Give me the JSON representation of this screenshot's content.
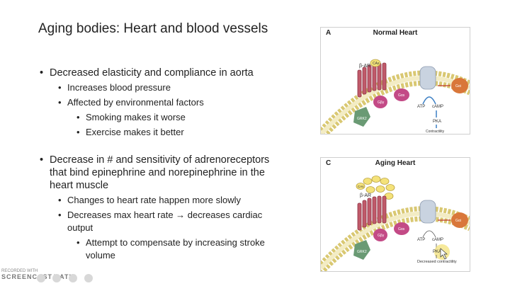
{
  "slide": {
    "title": "Aging bodies: Heart and blood vessels",
    "bullets": [
      {
        "text": "Decreased elasticity and compliance in aorta"
      },
      {
        "text": "Increases blood pressure"
      },
      {
        "text": "Affected by environmental factors"
      },
      {
        "text": "Smoking makes it worse"
      },
      {
        "text": "Exercise makes it better"
      },
      {
        "text": "Decrease in # and sensitivity of adrenoreceptors that bind epinephrine and norepinephrine in the heart muscle"
      },
      {
        "text": "Changes to heart rate happen more slowly"
      },
      {
        "text": "Decreases max heart rate → decreases cardiac output"
      },
      {
        "text": "Attempt to compensate by increasing stroke volume"
      }
    ]
  },
  "figure_a": {
    "panel_label": "A",
    "title": "Normal Heart",
    "labels": {
      "ca": "CAs",
      "receptor": "β-AR",
      "gas": "Gαs",
      "gbg": "Gβγ",
      "gai": "Gαi",
      "grk": "GRK2",
      "atp": "ATP",
      "camp": "cAMP",
      "pka": "PKA",
      "outcome": "Contractility"
    }
  },
  "figure_c": {
    "panel_label": "C",
    "title": "Aging Heart",
    "labels": {
      "ca": "CAs",
      "receptor": "β-AR",
      "gas": "Gαs",
      "gbg": "Gβγ",
      "gai": "Gαi",
      "grk": "GRK2",
      "atp": "ATP",
      "camp": "cAMP",
      "pka": "PKA",
      "outcome": "Decreased contractility"
    }
  },
  "watermark": {
    "line1": "RECORDED WITH",
    "line2": "SCREENCAST",
    "line3": "MATIC"
  },
  "colors": {
    "membrane": "#e8d98a",
    "receptor": "#c05a6a",
    "cas": "#f4e27a",
    "gas": "#c34a86",
    "gai": "#d9773a",
    "grk": "#6a9a74",
    "ac": "#c9d3e0",
    "arrow": "#3c7fc4",
    "pointer": "#f3e27a"
  }
}
